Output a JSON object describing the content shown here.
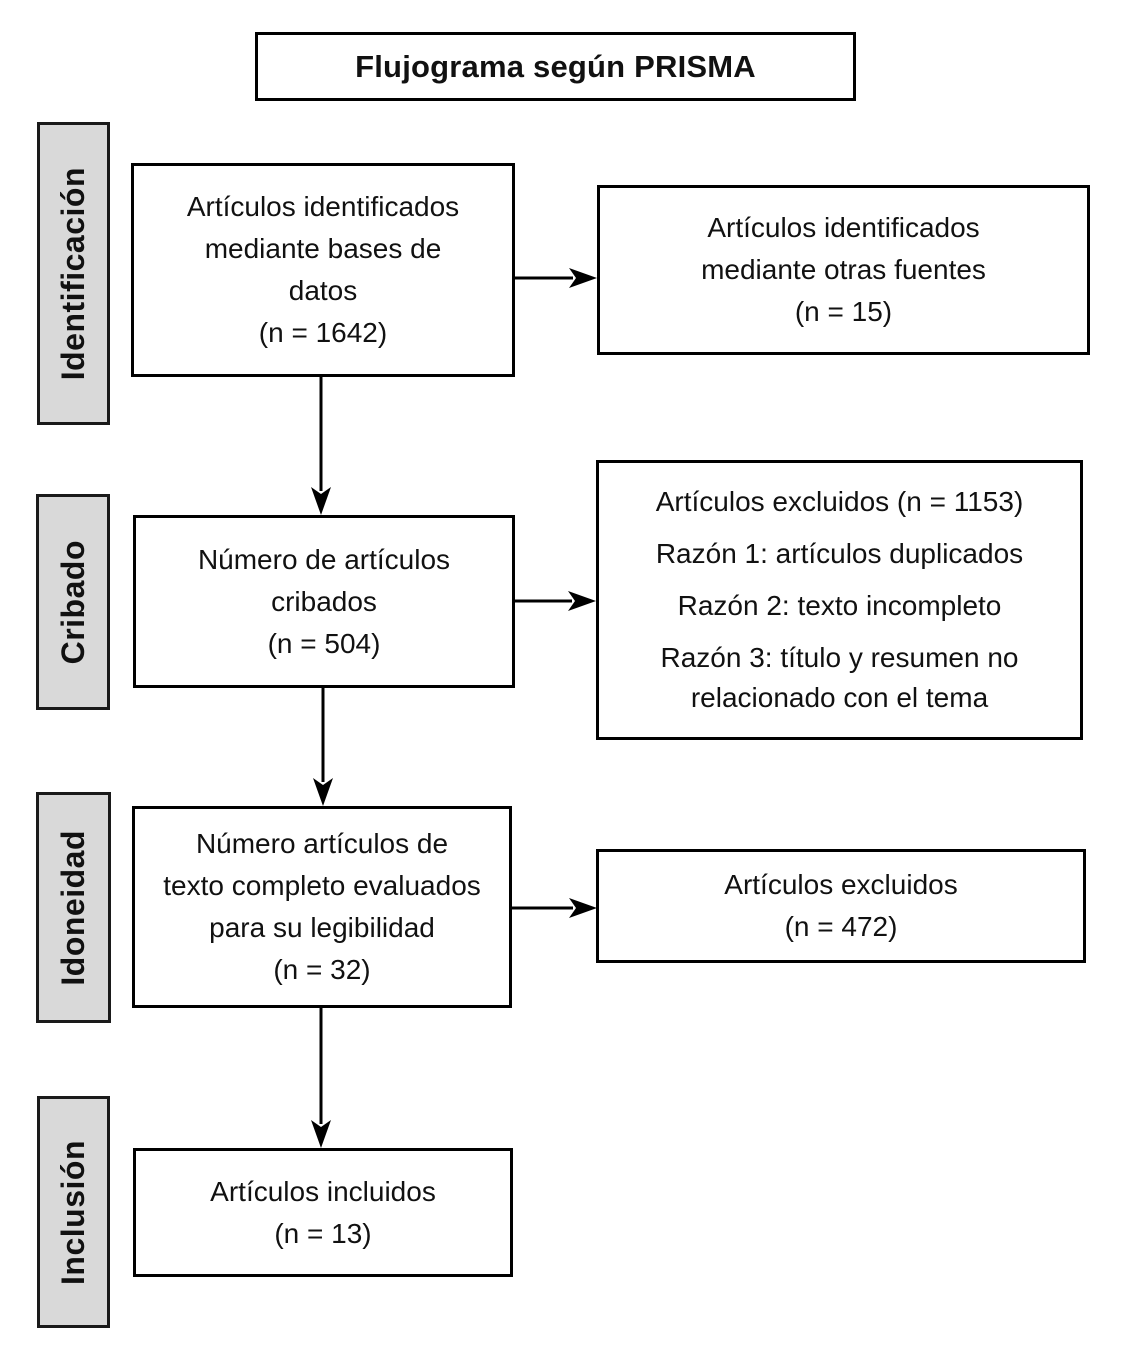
{
  "title": {
    "text": "Flujograma según PRISMA"
  },
  "stages": [
    {
      "label": "Identificación"
    },
    {
      "label": "Cribado"
    },
    {
      "label": "Idoneidad"
    },
    {
      "label": "Inclusión"
    }
  ],
  "boxes": {
    "db_identified": {
      "lines": [
        "Artículos identificados",
        "mediante bases de",
        "datos",
        "(n = 1642)"
      ]
    },
    "other_sources": {
      "lines": [
        "Artículos identificados",
        "mediante otras fuentes",
        "(n = 15)"
      ]
    },
    "screened": {
      "lines": [
        "Número de artículos",
        "cribados",
        "(n = 504)"
      ]
    },
    "excluded_screening": {
      "items": [
        "Artículos excluidos (n = 1153)",
        "Razón 1: artículos duplicados",
        "Razón 2: texto incompleto",
        "Razón 3: título y resumen no relacionado con el tema"
      ]
    },
    "fulltext_assessed": {
      "lines": [
        "Número artículos de",
        "texto completo evaluados",
        "para su legibilidad",
        "(n = 32)"
      ]
    },
    "excluded_fulltext": {
      "lines": [
        "Artículos excluidos",
        "(n = 472)"
      ]
    },
    "included": {
      "lines": [
        "Artículos incluidos",
        "(n = 13)"
      ]
    }
  },
  "colors": {
    "stage_fill": "#d9d9d9",
    "border": "#000000",
    "background": "#ffffff",
    "text": "#111111"
  }
}
